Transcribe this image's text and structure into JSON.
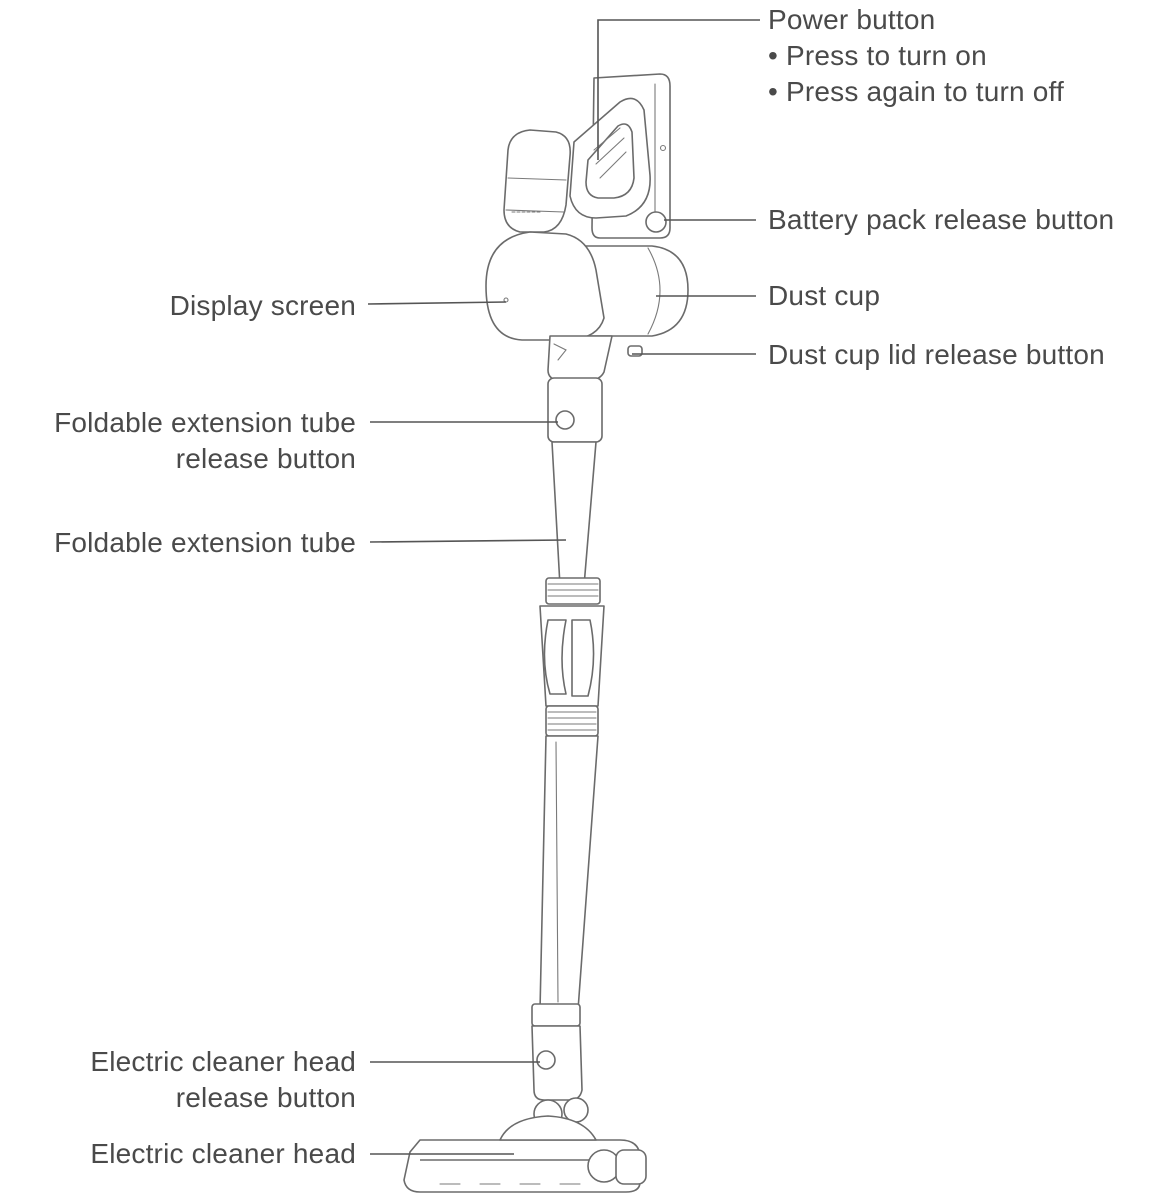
{
  "labels": {
    "power_button": {
      "title": "Power button",
      "bullets": [
        "• Press to turn on",
        "• Press again to turn off"
      ]
    },
    "battery_pack_release_button": "Battery pack release button",
    "dust_cup": "Dust cup",
    "dust_cup_lid_release_button": "Dust cup lid release button",
    "display_screen": "Display screen",
    "foldable_extension_tube_release_button": [
      "Foldable extension tube",
      "release button"
    ],
    "foldable_extension_tube": "Foldable extension tube",
    "electric_cleaner_head_release_button": [
      "Electric cleaner head",
      "release button"
    ],
    "electric_cleaner_head": "Electric cleaner head"
  },
  "colors": {
    "text": "#4a4a4a",
    "line": "#555555",
    "drawing": "#6b6b6b"
  }
}
